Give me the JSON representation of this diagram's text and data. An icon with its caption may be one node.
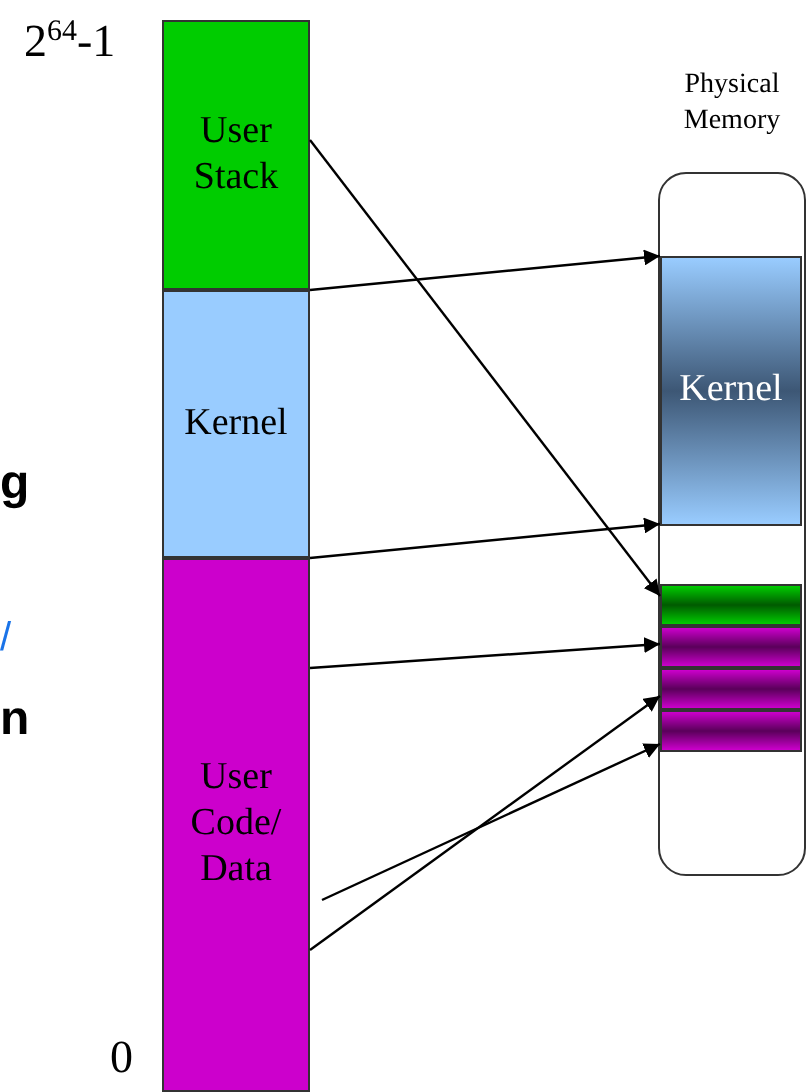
{
  "diagram": {
    "nodes": [
      {
        "text": [
          "User Stack"
        ]
      },
      {
        "text": [
          "Kernel"
        ]
      },
      {
        "text": [
          "User Code/ Data"
        ]
      },
      {
        "text": [
          "Physical Memory"
        ]
      },
      {
        "text": [
          "Kernel"
        ],
        "in": 3
      },
      {
        "text": [],
        "shape": "bar",
        "in": 3
      },
      {
        "text": [],
        "shape": "bar",
        "in": 3
      },
      {
        "text": [],
        "shape": "bar",
        "in": 3
      },
      {
        "text": [],
        "shape": "bar",
        "in": 3
      }
    ],
    "edges": [
      {
        "from": 0,
        "to": 5,
        "arrow": "to"
      },
      {
        "from": 1,
        "to": 4,
        "arrow": "to"
      },
      {
        "from": 1,
        "to": 4,
        "arrow": "to"
      },
      {
        "from": 2,
        "to": 6,
        "arrow": "to"
      },
      {
        "from": 2,
        "to": 7,
        "arrow": "to"
      },
      {
        "from": 2,
        "to": 8,
        "arrow": "to"
      }
    ],
    "labels": [
      "2$^{64}$-1",
      "g",
      "/",
      "n",
      "0"
    ]
  }
}
